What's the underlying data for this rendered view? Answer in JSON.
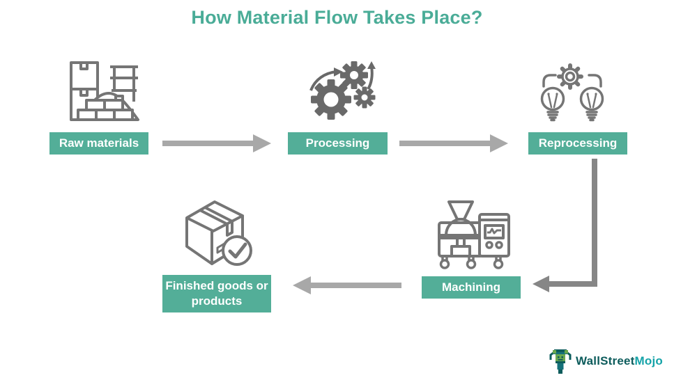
{
  "title": "How Material Flow Takes Place?",
  "nodes": {
    "raw_materials": {
      "label": "Raw materials",
      "icon": "raw-materials-boxes-bricks-icon"
    },
    "processing": {
      "label": "Processing",
      "icon": "gears-icon"
    },
    "reprocessing": {
      "label": "Reprocessing",
      "icon": "lightbulbs-gear-icon"
    },
    "machining": {
      "label": "Machining",
      "icon": "industrial-machine-icon"
    },
    "finished_goods": {
      "label": "Finished goods or products",
      "icon": "package-checkmark-icon"
    }
  },
  "arrows": [
    {
      "from": "Raw materials",
      "to": "Processing",
      "shape": "straight-right"
    },
    {
      "from": "Processing",
      "to": "Reprocessing",
      "shape": "straight-right"
    },
    {
      "from": "Reprocessing",
      "to": "Machining",
      "shape": "bent-down-left"
    },
    {
      "from": "Machining",
      "to": "Finished goods or products",
      "shape": "straight-left"
    }
  ],
  "colors": {
    "label_teal": "#53AE98",
    "title_teal": "#4AAC97",
    "arrow_gray": "#A8A8A8",
    "bent_arrow_gray": "#868686",
    "icon_line_gray": "#757575",
    "gear_fill_gray": "#696969",
    "logo_dark_teal": "#0D5C5C",
    "logo_bright_teal": "#15A3A8"
  },
  "logo": {
    "brand_part1": "WallStreet",
    "brand_part2": "Mojo",
    "icon": "wallstreetmojo-mascot-icon"
  }
}
